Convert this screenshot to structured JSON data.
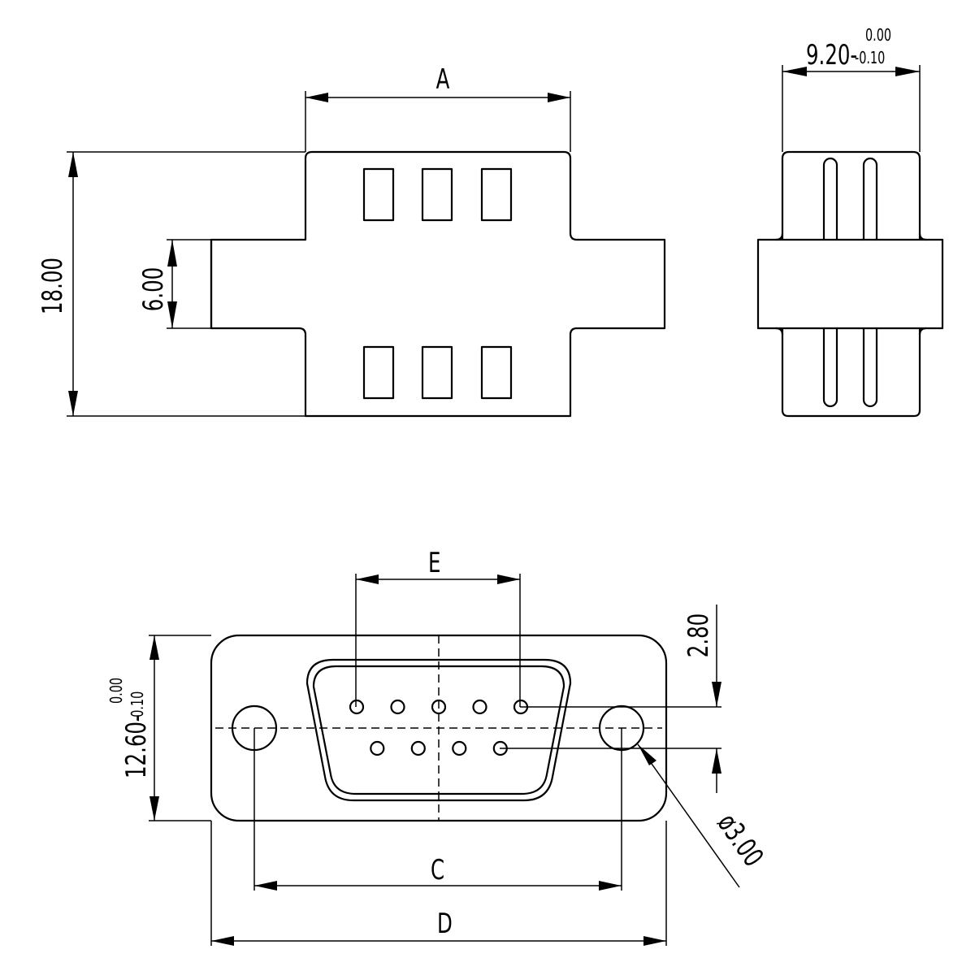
{
  "top_view": {
    "dim_width": "A",
    "dim_height": "18.00",
    "dim_flange": "6.00"
  },
  "side_view": {
    "dim_width": "9.20-",
    "tol_upper": "0.00",
    "tol_lower": "-0.10"
  },
  "front_view": {
    "dim_pin_span": "E",
    "dim_row_offset": "2.80",
    "dim_height": "12.60-",
    "tol_upper": "0.00",
    "tol_lower": "-0.10",
    "dim_hole": "ø3.00",
    "dim_hole_spacing": "C",
    "dim_overall": "D"
  },
  "pin_count": 9
}
